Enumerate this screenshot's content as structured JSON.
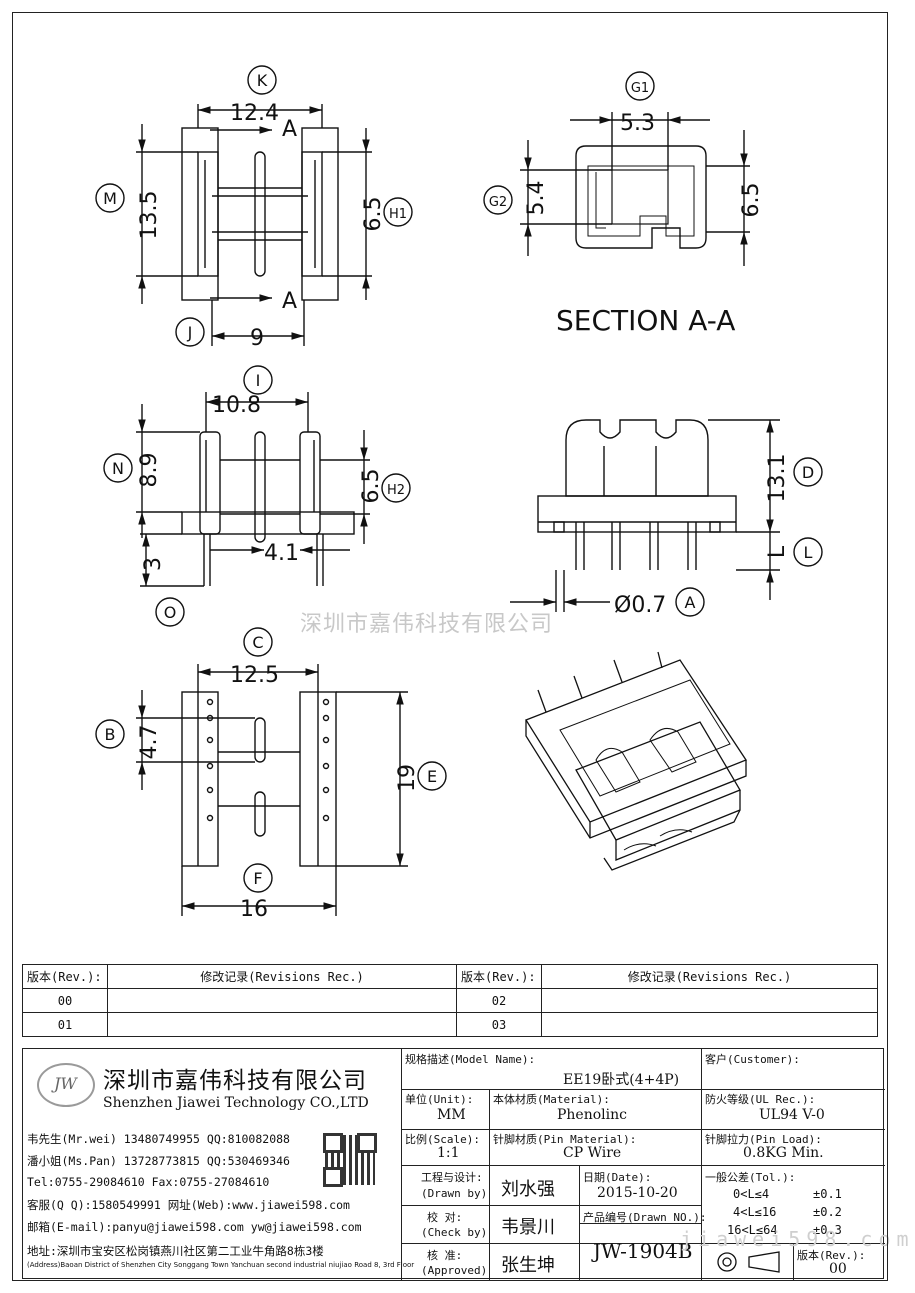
{
  "dimensions": {
    "k": "12.4",
    "m": "13.5",
    "h1": "6.5",
    "j": "9",
    "section_mark_top": "A",
    "section_mark_bottom": "A",
    "g1": "5.3",
    "g2": "5.4",
    "g1_right": "6.5",
    "section_label": "SECTION A-A",
    "i": "10.8",
    "n": "8.9",
    "h2": "6.5",
    "pin_pitch": "4.1",
    "o": "3",
    "d": "13.1",
    "l": "L",
    "pin_dia": "Ø0.7",
    "c": "12.5",
    "b": "4.7",
    "e": "19",
    "f": "16"
  },
  "balloons": {
    "k": "K",
    "m": "M",
    "h1": "H1",
    "j": "J",
    "g1": "G1",
    "g2": "G2",
    "i": "I",
    "n": "N",
    "h2": "H2",
    "o": "O",
    "d": "D",
    "l": "L",
    "a": "A",
    "c": "C",
    "b": "B",
    "e": "E",
    "f": "F"
  },
  "watermark": "深圳市嘉伟科技有限公司",
  "watermark_url": "jiawei598.com",
  "revisions": {
    "header": {
      "rev": "版本(Rev.):",
      "rec": "修改记录(Revisions Rec.)"
    },
    "rows": [
      {
        "left_rev": "00",
        "left_rec": "",
        "right_rev": "02",
        "right_rec": ""
      },
      {
        "left_rev": "01",
        "left_rec": "",
        "right_rev": "03",
        "right_rec": ""
      }
    ]
  },
  "company": {
    "logo_text": "JW",
    "name_cn": "深圳市嘉伟科技有限公司",
    "name_en": "Shenzhen Jiawei Technology CO.,LTD",
    "contacts": [
      "韦先生(Mr.wei) 13480749955 QQ:810082088",
      "潘小姐(Ms.Pan) 13728773815 QQ:530469346",
      "Tel:0755-29084610    Fax:0755-27084610",
      "客服(Q Q):1580549991   网址(Web):www.jiawei598.com",
      "邮箱(E-mail):panyu@jiawei598.com  yw@jiawei598.com"
    ],
    "address_cn": "地址:深圳市宝安区松岗镇燕川社区第二工业牛角路8栋3楼",
    "address_en": "(Address)Baoan District of Shenzhen City Songgang Town Yanchuan  second industrial niujiao Road 8, 3rd Floor"
  },
  "title_block": {
    "model_label": "规格描述(Model Name):",
    "model": "EE19卧式(4+4P)",
    "customer_label": "客户(Customer):",
    "customer": "",
    "unit_label": "单位(Unit):",
    "unit": "MM",
    "material_label": "本体材质(Material):",
    "material": "Phenolinc",
    "ul_label": "防火等级(UL Rec.):",
    "ul": "UL94 V-0",
    "scale_label": "比例(Scale):",
    "scale": "1:1",
    "pin_material_label": "针脚材质(Pin Material):",
    "pin_material": "CP Wire",
    "pin_load_label": "针脚拉力(Pin Load):",
    "pin_load": "0.8KG Min.",
    "drawn_label": "工程与设计:",
    "drawn_label_en": "(Drawn by)",
    "drawn": "刘水强",
    "check_label": "校  对:",
    "check_label_en": "(Check by)",
    "check": "韦景川",
    "approve_label": "核  准:",
    "approve_label_en": "(Approved)",
    "approve": "张生坤",
    "date_label": "日期(Date):",
    "date": "2015-10-20",
    "drawn_no_label": "产品编号(Drawn NO.):",
    "drawn_no": "JW-1904B",
    "tol_label": "一般公差(Tol.):",
    "tol_rows": [
      {
        "range": "0<L≤4",
        "tol": "±0.1"
      },
      {
        "range": "4<L≤16",
        "tol": "±0.2"
      },
      {
        "range": "16<L≤64",
        "tol": "±0.3"
      }
    ],
    "rev_label": "版本(Rev.):",
    "rev": "00"
  }
}
